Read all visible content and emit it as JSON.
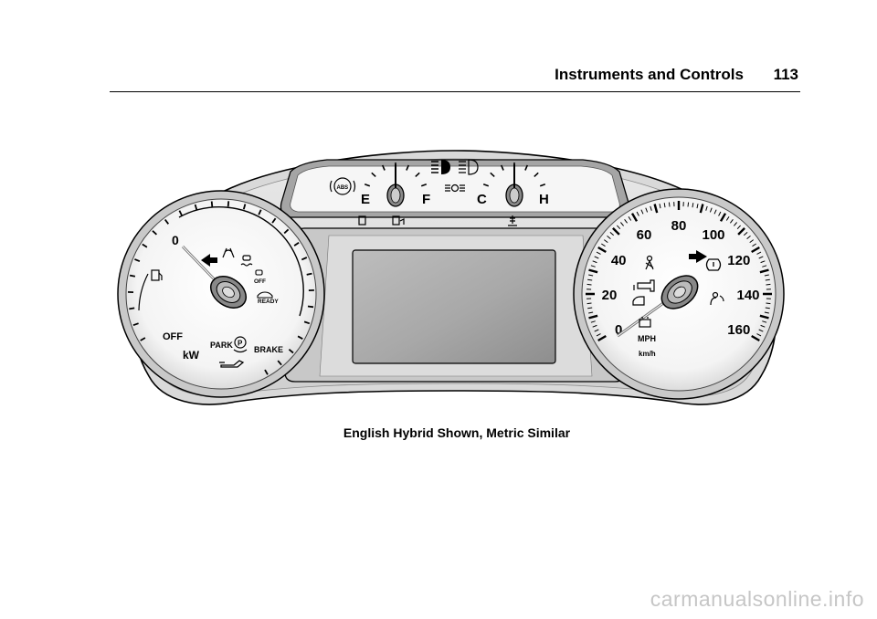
{
  "header": {
    "title": "Instruments and Controls",
    "page_number": "113"
  },
  "left_gauge": {
    "zero_label": "0",
    "off_label": "OFF",
    "unit_label": "kW",
    "park_label": "PARK",
    "brake_label": "BRAKE",
    "ready_label": "READY",
    "esc_off_label": "OFF"
  },
  "top_gauges": {
    "abs_label": "ABS",
    "fuel_empty": "E",
    "fuel_full": "F",
    "temp_cold": "C",
    "temp_hot": "H"
  },
  "speedometer": {
    "ticks": [
      "0",
      "20",
      "40",
      "60",
      "80",
      "100",
      "120",
      "140",
      "160"
    ],
    "unit_primary": "MPH",
    "unit_secondary": "km/h"
  },
  "caption": "English Hybrid Shown, Metric Similar",
  "watermark": "carmanualsonline.info"
}
